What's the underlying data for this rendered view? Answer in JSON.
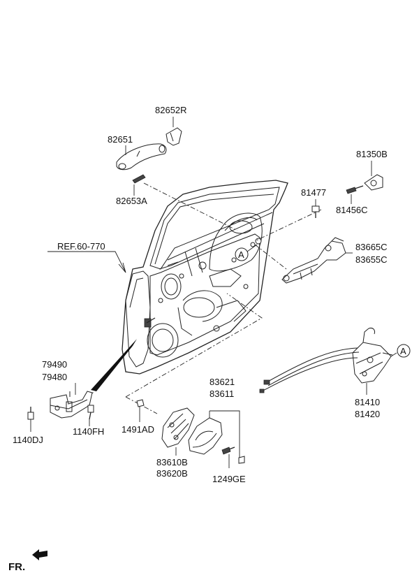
{
  "labels": {
    "p82652R": "82652R",
    "p82651": "82651",
    "p82653A": "82653A",
    "p81350B": "81350B",
    "p81477": "81477",
    "p81456C": "81456C",
    "ref": "REF.60-770",
    "p83665C": "83665C",
    "p83655C": "83655C",
    "p79490": "79490",
    "p79480": "79480",
    "p1140DJ": "1140DJ",
    "p1140FH": "1140FH",
    "p83621": "83621",
    "p83611": "83611",
    "p1491AD": "1491AD",
    "p83610B": "83610B",
    "p83620B": "83620B",
    "p1249GE": "1249GE",
    "p81410": "81410",
    "p81420": "81420",
    "marker_a": "A",
    "fr": "FR."
  }
}
